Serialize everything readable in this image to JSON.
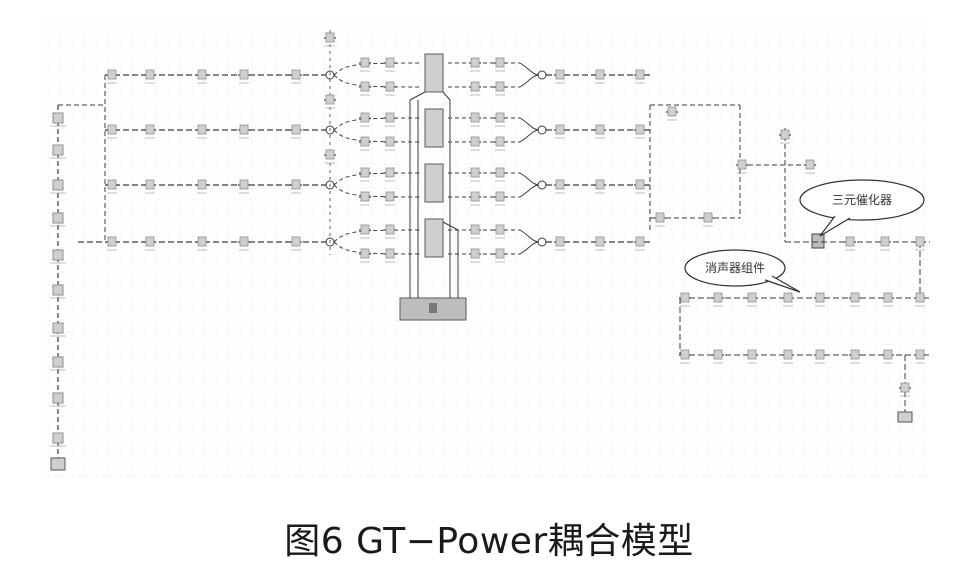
{
  "caption": "图6 GT−Power耦合模型",
  "callouts": {
    "catalyst": "三元催化器",
    "muffler": "消声器组件"
  },
  "colors": {
    "grid": "#d6d6d6",
    "line": "#3c3c3c",
    "component": "#8f8f8f",
    "component_fill": "#cfcfcf",
    "block_fill": "#bdbdbd"
  }
}
